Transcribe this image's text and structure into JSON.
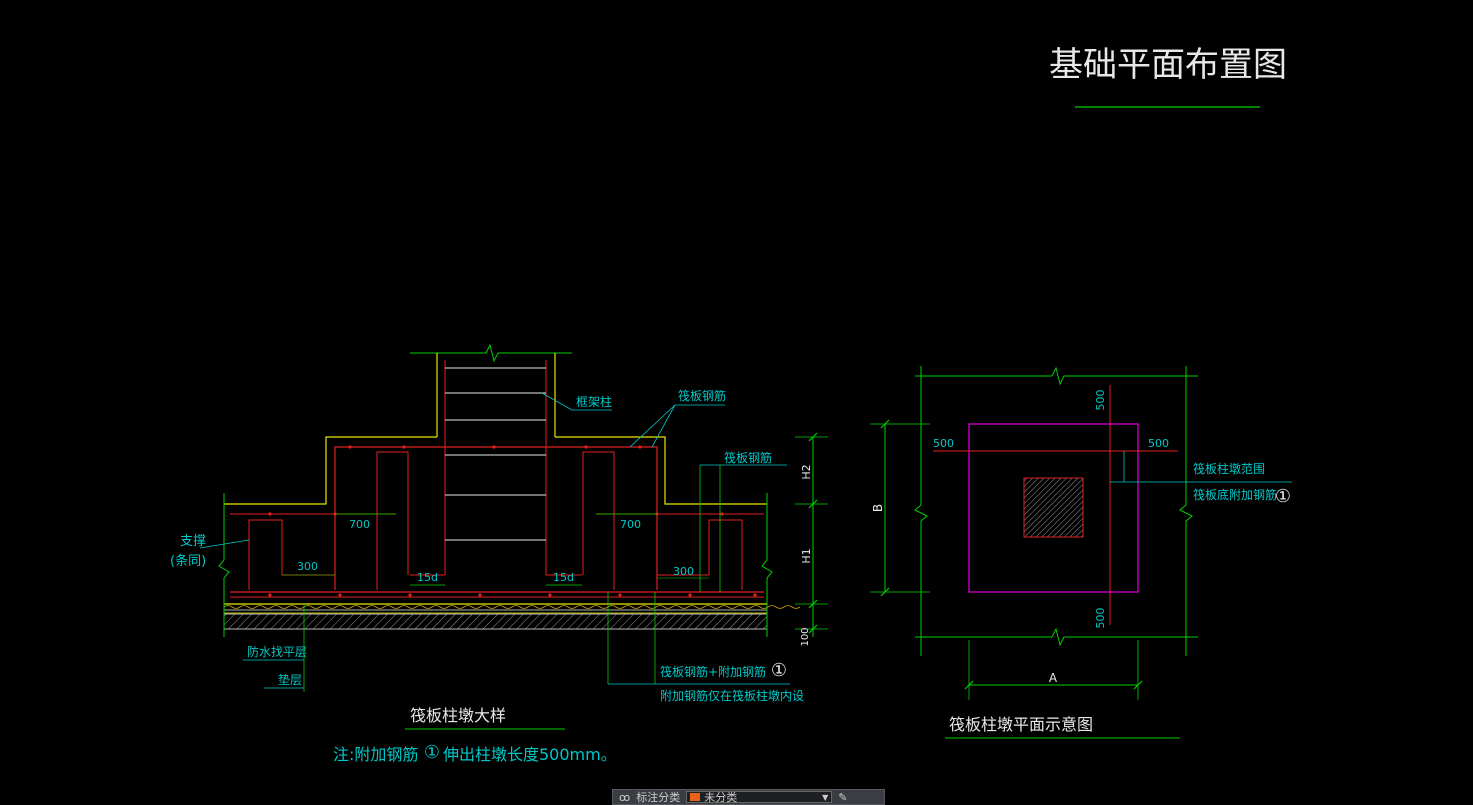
{
  "drawing": {
    "title": "基础平面布置图",
    "section": {
      "caption": "筏板柱墩大样",
      "labels": {
        "column": "框架柱",
        "raft_rebar_top": "筏板钢筋",
        "raft_rebar_right": "筏板钢筋",
        "support": "支撑",
        "support_sub": "(条同)",
        "waterproof": "防水找平层",
        "cushion": "垫层",
        "rebar_plus": "筏板钢筋+附加钢筋",
        "rebar_note": "附加钢筋仅在筏板柱墩内设",
        "ref_mark": "①"
      },
      "dims": {
        "d700_left": "700",
        "d700_right": "700",
        "d300_left": "300",
        "d300_right": "300",
        "d15d_left": "15d",
        "d15d_right": "15d",
        "h2": "H2",
        "h1": "H1",
        "d100": "100"
      }
    },
    "note": {
      "prefix": "注:附加钢筋",
      "mark": "①",
      "text": "伸出柱墩长度500mm。"
    },
    "plan": {
      "caption": "筏板柱墩平面示意图",
      "labels": {
        "range": "筏板柱墩范围",
        "bottom_rebar": "筏板底附加钢筋",
        "ref_mark": "①"
      },
      "dims": {
        "top": "500",
        "bottom": "500",
        "left": "500",
        "right": "500",
        "a": "A",
        "b": "B"
      }
    },
    "colors": {
      "green": "#00d000",
      "cyan": "#00c8c8",
      "yellow": "#e8e800",
      "red": "#e02020",
      "magenta": "#e000e0",
      "white": "#e8e8e8"
    }
  },
  "toolbar": {
    "label": "标注分类",
    "selected": "未分类",
    "left_icon": "annotation-icon",
    "right_icon": "edit-pen-icon"
  }
}
